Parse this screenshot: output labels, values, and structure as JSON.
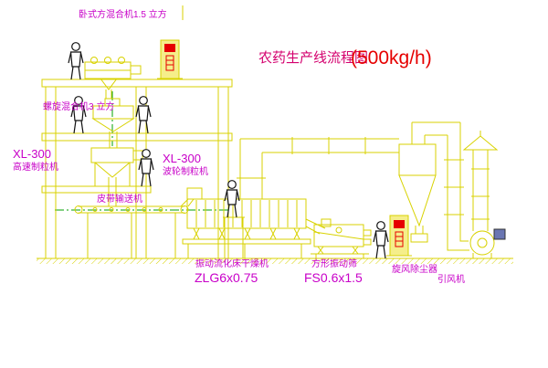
{
  "title": {
    "name": "农药生产线流程图",
    "capacity": "(500kg/h)"
  },
  "labels": {
    "top_mixer": "卧式方混合机1.5 立方",
    "screw_mixer": "螺旋混合机3 立方",
    "granulator_left_model": "XL-300",
    "granulator_left_name": "高速制粒机",
    "granulator_right_model": "XL-300",
    "granulator_right_name": "波轮制粒机",
    "belt_conveyor": "皮带输送机",
    "fluid_bed_dryer_name": "振动流化床干燥机",
    "fluid_bed_dryer_model": "ZLG6x0.75",
    "square_sieve_name": "方形振动筛",
    "square_sieve_model": "FS0.6x1.5",
    "cyclone_name": "旋风除尘器",
    "draft_fan_name": "引风机"
  },
  "colors": {
    "drawing_line_yellow": "#d8d200",
    "label_magenta": "#c800c8",
    "title_red": "#e60000",
    "centerline_green": "#00a000",
    "display_red": "#e60000"
  }
}
